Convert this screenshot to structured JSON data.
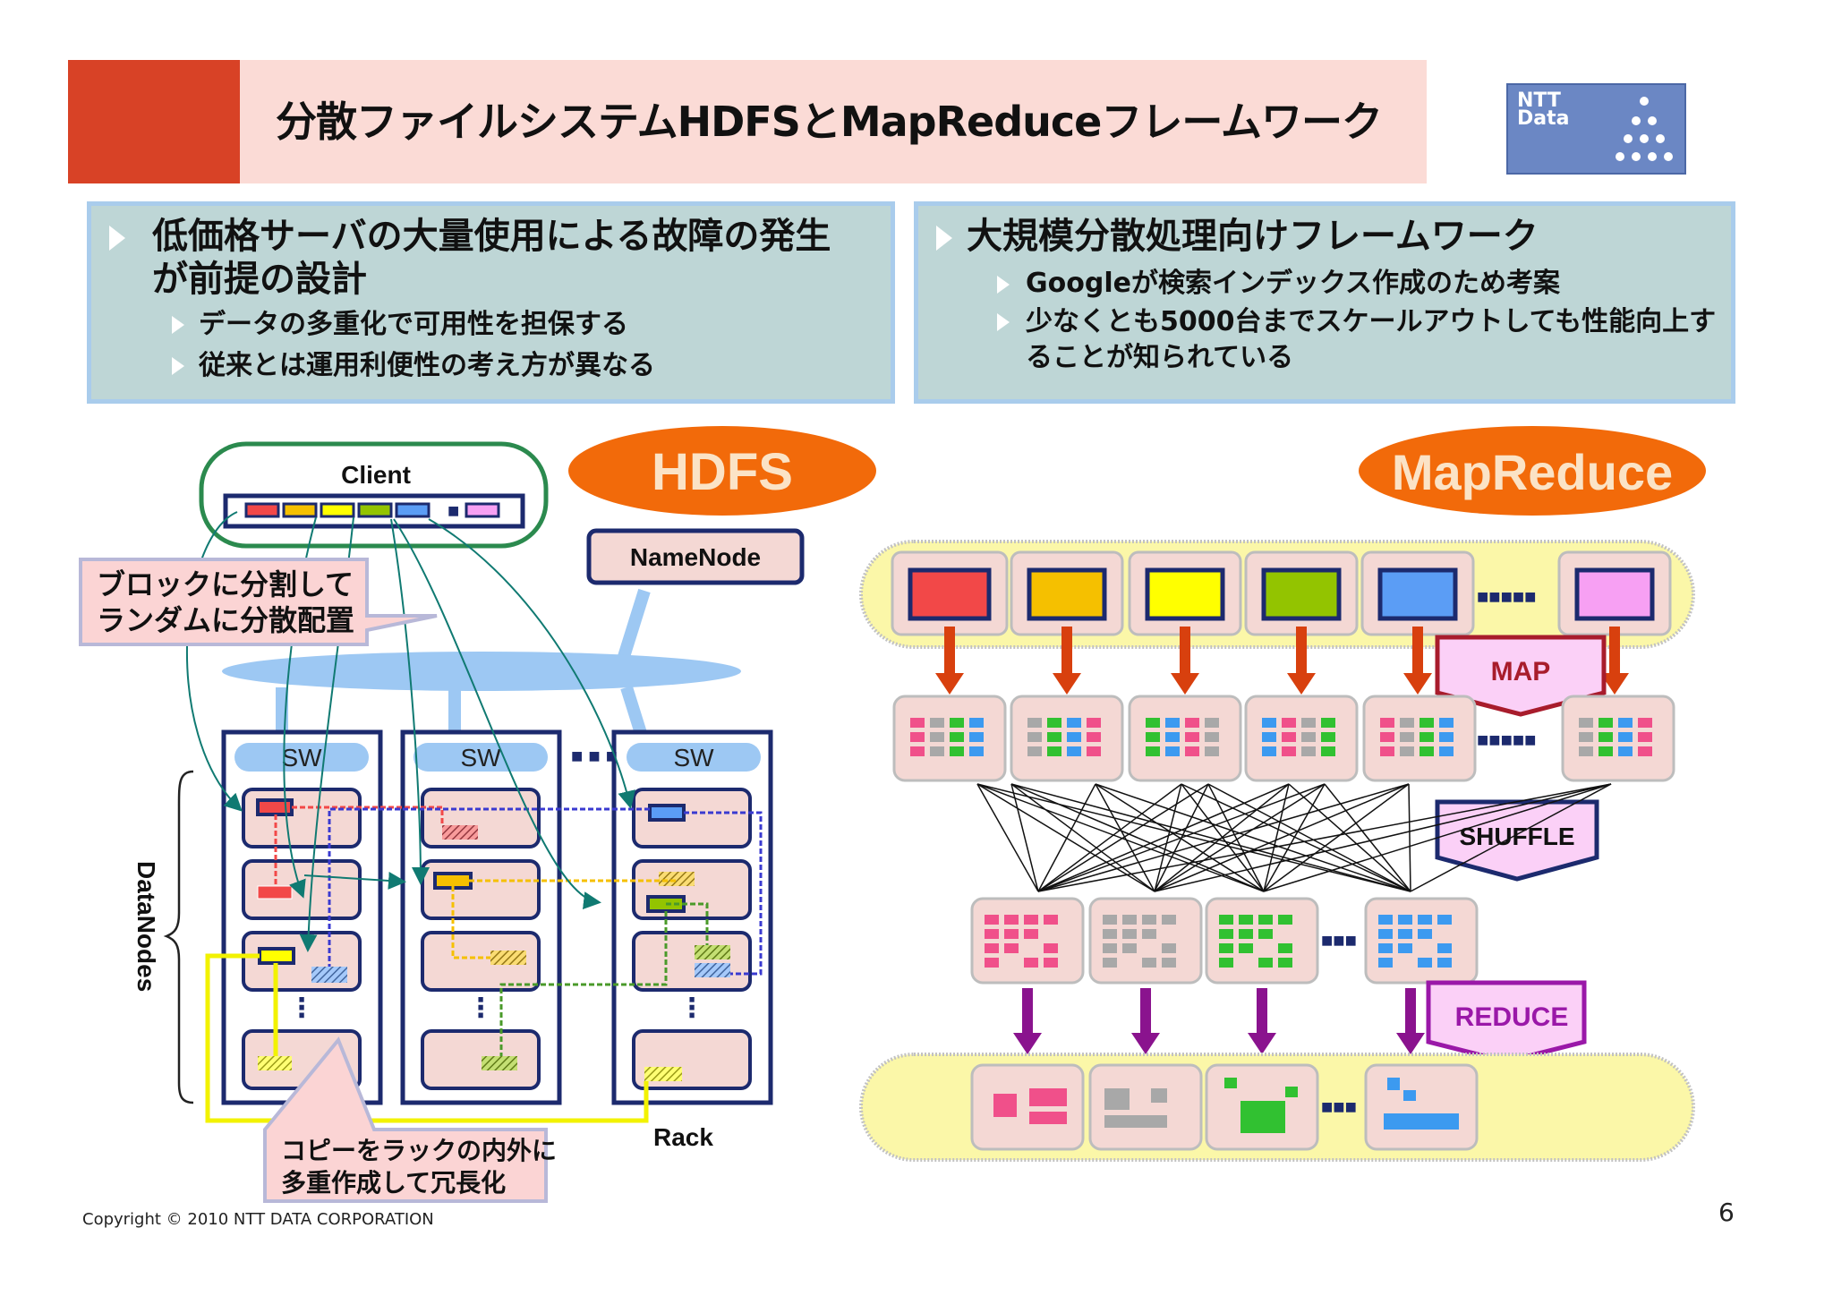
{
  "header": {
    "title": "分散ファイルシステムHDFSとMapReduceフレームワーク",
    "logo_text": "NTT\nData"
  },
  "left_box": {
    "heading_line1": "低価格サーバの大量使用による故障の発生",
    "heading_line2": "が前提の設計",
    "sub_items": [
      "データの多重化で可用性を担保する",
      "従来とは運用利便性の考え方が異なる"
    ]
  },
  "right_box": {
    "heading": "大規模分散処理向けフレームワーク",
    "sub_items": [
      "Googleが検索インデックス作成のため考案",
      "少なくとも5000台までスケールアウトしても性能向上す",
      "ることが知られている"
    ]
  },
  "hdfs": {
    "badge": "HDFS",
    "client_label": "Client",
    "namenode_label": "NameNode",
    "switch_label": "SW",
    "datanodes_label": "DataNodes",
    "rack_label": "Rack",
    "callout_split_line1": "ブロックに分割して",
    "callout_split_line2": "ランダムに分散配置",
    "callout_copy_line1": "コピーをラックの内外に",
    "callout_copy_line2": "多重作成して冗長化"
  },
  "mapreduce": {
    "badge": "MapReduce",
    "map_label": "MAP",
    "shuffle_label": "SHUFFLE",
    "reduce_label": "REDUCE"
  },
  "colors": {
    "header_red": "#d84226",
    "header_pink": "#fbdbd6",
    "badge_orange": "#f26a0a",
    "input_blocks": [
      "#f24848",
      "#f5c000",
      "#ffff00",
      "#93c400",
      "#5b9df5",
      "#f7a0f3"
    ]
  },
  "footer": {
    "copyright": "Copyright © 2010 NTT DATA CORPORATION",
    "page_number": "6"
  }
}
